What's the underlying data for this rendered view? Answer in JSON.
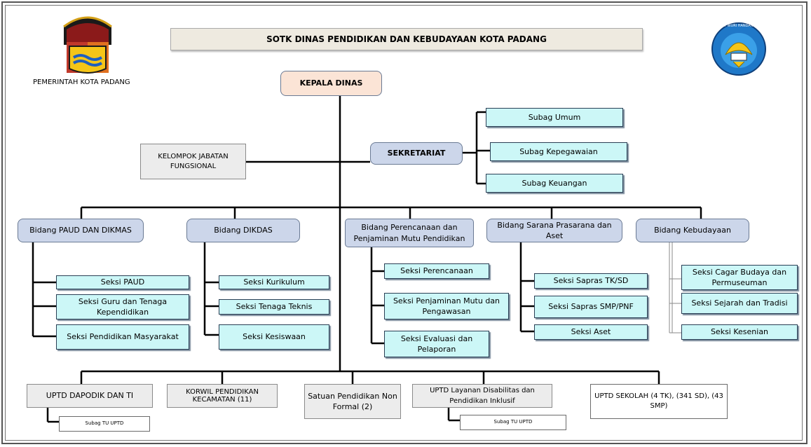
{
  "title": "SOTK DINAS PENDIDIKAN DAN KEBUDAYAAN KOTA PADANG",
  "left_logo_caption": "PEMERINTAH KOTA PADANG",
  "right_logo_text": "TUT WURI HANDAYANI",
  "kepala": "KEPALA DINAS",
  "kelompok": "KELOMPOK JABATAN FUNGSIONAL",
  "sekretariat": "SEKRETARIAT",
  "subag": [
    "Subag Umum",
    "Subag Kepegawaian",
    "Subag Keuangan"
  ],
  "bidang": [
    {
      "name": "Bidang PAUD DAN DIKMAS",
      "seksi": [
        "Seksi PAUD",
        "Seksi Guru dan Tenaga Kependidikan",
        "Seksi Pendidikan Masyarakat"
      ]
    },
    {
      "name": "Bidang DIKDAS",
      "seksi": [
        "Seksi Kurikulum",
        "Seksi Tenaga Teknis",
        "Seksi Kesiswaan"
      ]
    },
    {
      "name": "Bidang Perencanaan dan Penjaminan Mutu Pendidikan",
      "seksi": [
        "Seksi Perencanaan",
        "Seksi Penjaminan Mutu dan Pengawasan",
        "Seksi Evaluasi dan Pelaporan"
      ]
    },
    {
      "name": "Bidang Sarana Prasarana dan Aset",
      "seksi": [
        "Seksi Sapras TK/SD",
        "Seksi Sapras SMP/PNF",
        "Seksi Aset"
      ]
    },
    {
      "name": "Bidang Kebudayaan",
      "seksi": [
        "Seksi Cagar Budaya dan Permuseuman",
        "Seksi Sejarah dan Tradisi",
        "Seksi Kesenian"
      ]
    }
  ],
  "uptd": [
    "UPTD DAPODIK DAN TI",
    "KORWIL PENDIDIKAN KECAMATAN (11)",
    "Satuan Pendidikan Non Formal (2)",
    "UPTD Layanan Disabilitas dan Pendidikan Inklusif",
    "UPTD SEKOLAH (4 TK), (341 SD), (43 SMP)"
  ],
  "subag_tu": [
    "Subag TU UPTD",
    "Subag TU UPTD"
  ],
  "colors": {
    "seksi_fill": "#ccf7f7",
    "bidang_fill": "#ccd6ea",
    "kepala_fill": "#fbe4d6",
    "uptd_fill": "#ececec",
    "banner_fill": "#eeeae0"
  }
}
